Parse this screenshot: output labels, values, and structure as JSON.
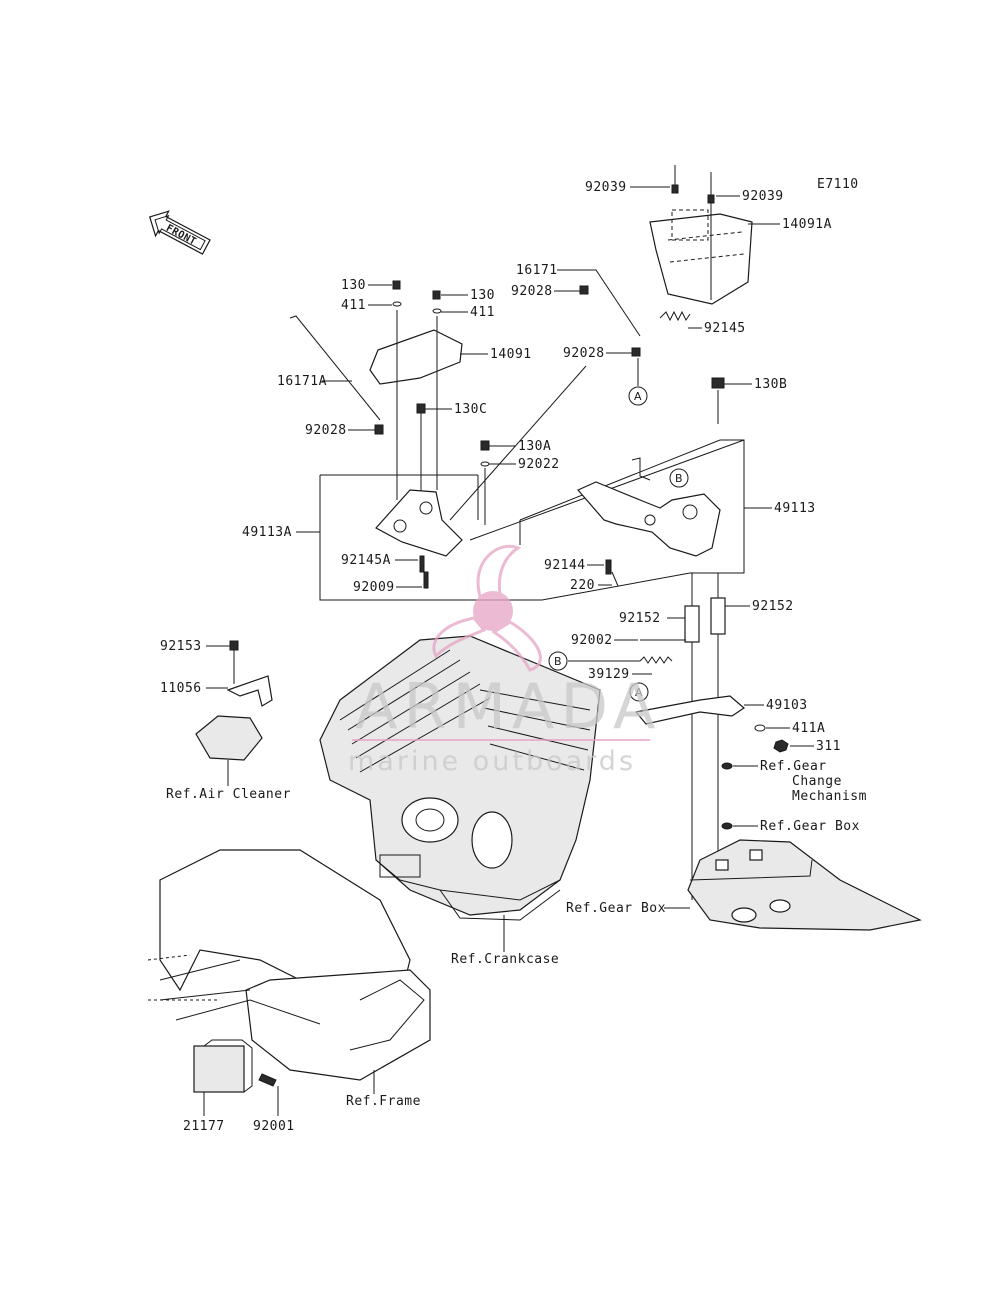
{
  "diagram_code": "E7110",
  "front_label": "FRONT",
  "callouts": {
    "A": "A",
    "B": "B"
  },
  "parts": {
    "p92039a": "92039",
    "p92039b": "92039",
    "p14091A": "14091A",
    "p16171": "16171",
    "p92028a": "92028",
    "p92028b": "92028",
    "p92145": "92145",
    "p130a": "130",
    "p130b": "130",
    "p411a": "411",
    "p411b": "411",
    "p14091": "14091",
    "p16171A": "16171A",
    "p130C": "130C",
    "p92028c": "92028",
    "p130B": "130B",
    "p130A": "130A",
    "p92022": "92022",
    "p49113": "49113",
    "p49113A": "49113A",
    "p92145A": "92145A",
    "p92009": "92009",
    "p92144": "92144",
    "p220": "220",
    "p92152a": "92152",
    "p92152b": "92152",
    "p92002": "92002",
    "p39129": "39129",
    "p49103": "49103",
    "p411A": "411A",
    "p311": "311",
    "p92153": "92153",
    "p11056": "11056",
    "p21177": "21177",
    "p92001": "92001"
  },
  "references": {
    "air_cleaner": "Ref.Air Cleaner",
    "gear_change_1": "Ref.Gear",
    "gear_change_2": "Change",
    "gear_change_3": "Mechanism",
    "gear_box_1": "Ref.Gear Box",
    "gear_box_2": "Ref.Gear Box",
    "crankcase": "Ref.Crankcase",
    "frame": "Ref.Frame"
  },
  "watermark": {
    "brand": "ARMADA",
    "tagline": "marine outboards",
    "color": "#e6a4c4"
  }
}
